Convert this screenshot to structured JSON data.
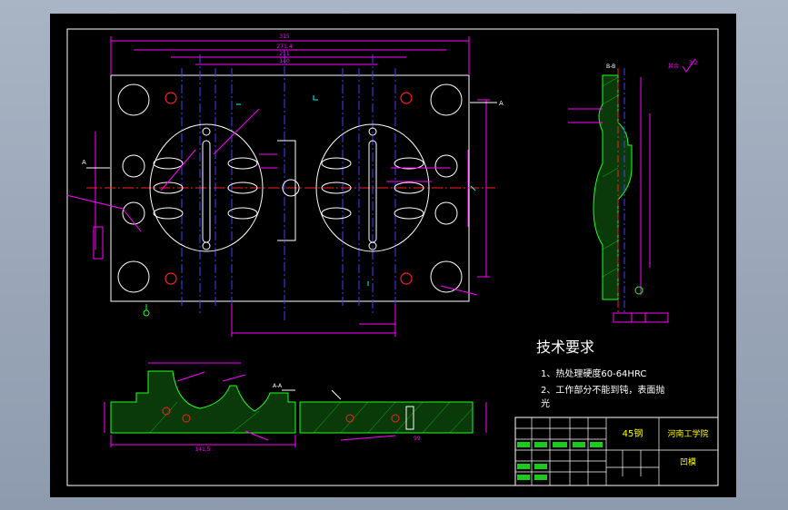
{
  "tech_requirements": {
    "title": "技术要求",
    "item1": "1、热处理硬度60-64HRC",
    "item2_line1": "2、工作部分不能到钝，表面抛",
    "item2_line2": "光"
  },
  "title_block": {
    "material": "45钢",
    "school": "河南工学院",
    "part_name": "凹模"
  },
  "dimensions": {
    "overall_width": "315",
    "pitch_mm": "271.4",
    "top_pitch2": "211",
    "centre_distance": "140",
    "bottom_length": "141.5",
    "bottom_dim_right": "99"
  },
  "markers": {
    "section_a": "A",
    "section_aa": "A-A",
    "section_bb": "B-B",
    "roughness_other": "其余",
    "roughness_value": "3.2"
  },
  "colors": {
    "bg": "#000000",
    "frame": "#ffffff",
    "dimension": "#ff00ff",
    "center": "#4040ff",
    "cut": "#ff2020",
    "hatch": "#20ff20",
    "text": "#ffffff",
    "cyan": "#00ffff",
    "yellow": "#ffff00"
  }
}
